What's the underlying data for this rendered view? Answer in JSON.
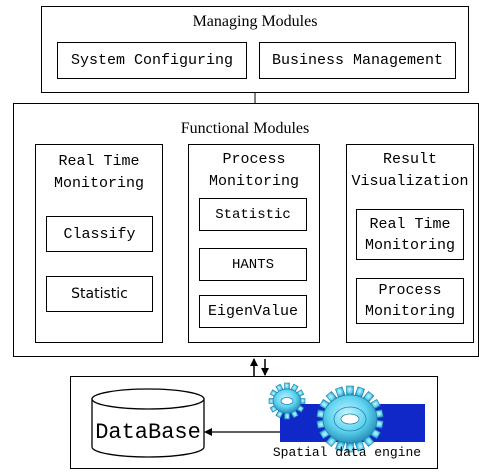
{
  "managing": {
    "title": "Managing Modules",
    "items": [
      "System Configuring",
      "Business Management"
    ]
  },
  "functional": {
    "title": "Functional Modules",
    "columns": [
      {
        "title": "Real Time\nMonitoring",
        "items": [
          "Classify",
          "Statistic"
        ]
      },
      {
        "title": "Process\nMonitoring",
        "items": [
          "Statistic",
          "HANTS",
          "EigenValue"
        ]
      },
      {
        "title": "Result\nVisualization",
        "items": [
          "Real Time\nMonitoring",
          "Process\nMonitoring"
        ]
      }
    ]
  },
  "data_layer": {
    "database_label": "DataBase",
    "engine_label": "Spatial data engine"
  },
  "icons": [
    "database-cylinder-icon",
    "gear-icon"
  ],
  "colors": {
    "gear": "#5fd3f0",
    "gear_dark": "#2a8fb8",
    "engine_bg": "#1028c8"
  }
}
